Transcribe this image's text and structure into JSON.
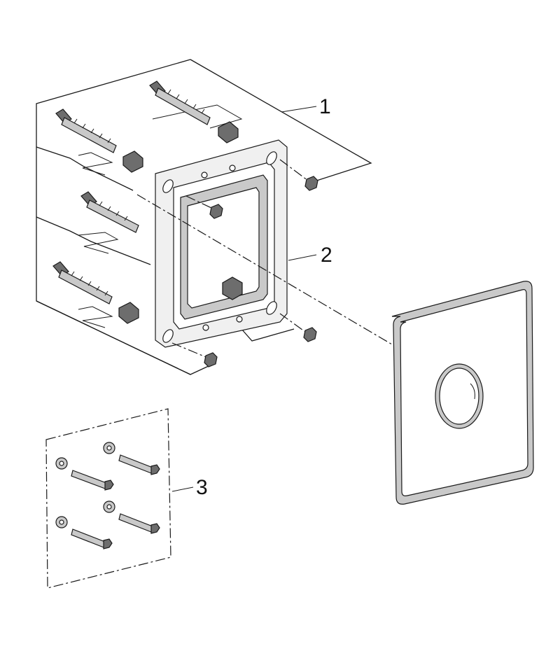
{
  "diagram": {
    "callouts": [
      {
        "id": "part-1",
        "label": "1"
      },
      {
        "id": "part-2",
        "label": "2"
      },
      {
        "id": "part-3",
        "label": "3"
      }
    ]
  },
  "colors": {
    "line": "#1a1a1a",
    "part_fill": "#c9c9c9",
    "dark_fill": "#6d6d6d",
    "light_fill": "#f0f0f0"
  }
}
